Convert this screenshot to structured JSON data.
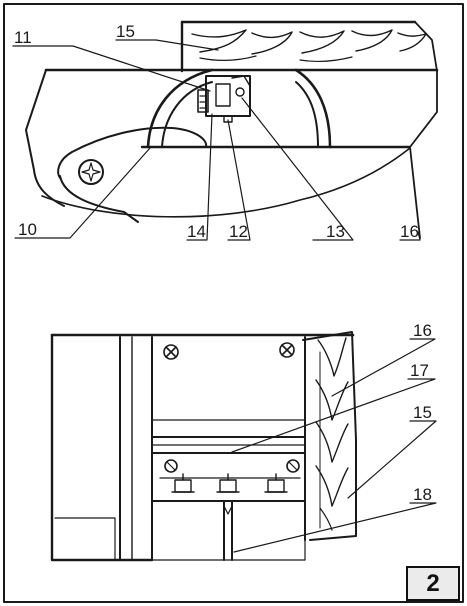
{
  "figure": {
    "page_number": "2",
    "callouts": {
      "c10": "10",
      "c11": "11",
      "c12": "12",
      "c13": "13",
      "c14": "14",
      "c15_top": "15",
      "c16_top": "16",
      "c16_bottom": "16",
      "c17": "17",
      "c15_bottom": "15",
      "c18": "18"
    }
  },
  "colors": {
    "line": "#1a1a1a",
    "badge_fill": "#ebebeb",
    "background": "#ffffff"
  }
}
